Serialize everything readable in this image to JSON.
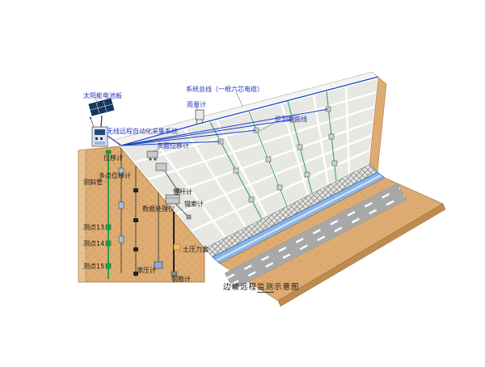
{
  "diagram": {
    "labels": {
      "solar_panel": "太阳能电池板",
      "wireless_system": "无线远程自动化采集系统",
      "system_bus": "系统总线（一根六芯电缆）",
      "rain_gauge": "雨量计",
      "monitor_section_line": "监测断面线",
      "surface_displacement": "表面位移计",
      "displacement": "位移计",
      "multipoint_displacement": "多点位移计",
      "inclinometer_tube": "测斜管",
      "data_processor": "数据处理仪",
      "anchor_rod_meter": "锚杆计",
      "anchor_cable_meter": "锚索计",
      "point_13": "测点13",
      "point_14": "测点14",
      "point_15": "测点15",
      "earth_pressure_cell": "土压力盒",
      "seepage_meter": "渗压计",
      "rebar_meter": "钢筋计"
    },
    "caption": {
      "pre": "边坡远程",
      "mid": "监测",
      "post": "示意图"
    },
    "colors": {
      "cable": "#1540c8",
      "section": "#2e9e4f",
      "slope": "#e7e7e4",
      "grid": "#ffffff",
      "soil": "#deac72",
      "soil_dark": "#c08a4f",
      "soil_light": "#e8c394",
      "road": "#a8a8a8",
      "channel": "#8ab4e8",
      "hatch_bg": "#e2e2df",
      "device": "#c9c9c9",
      "panel": "#17375e",
      "label_blue": "#2233bb",
      "label_dark": "#1a1a1a"
    }
  }
}
